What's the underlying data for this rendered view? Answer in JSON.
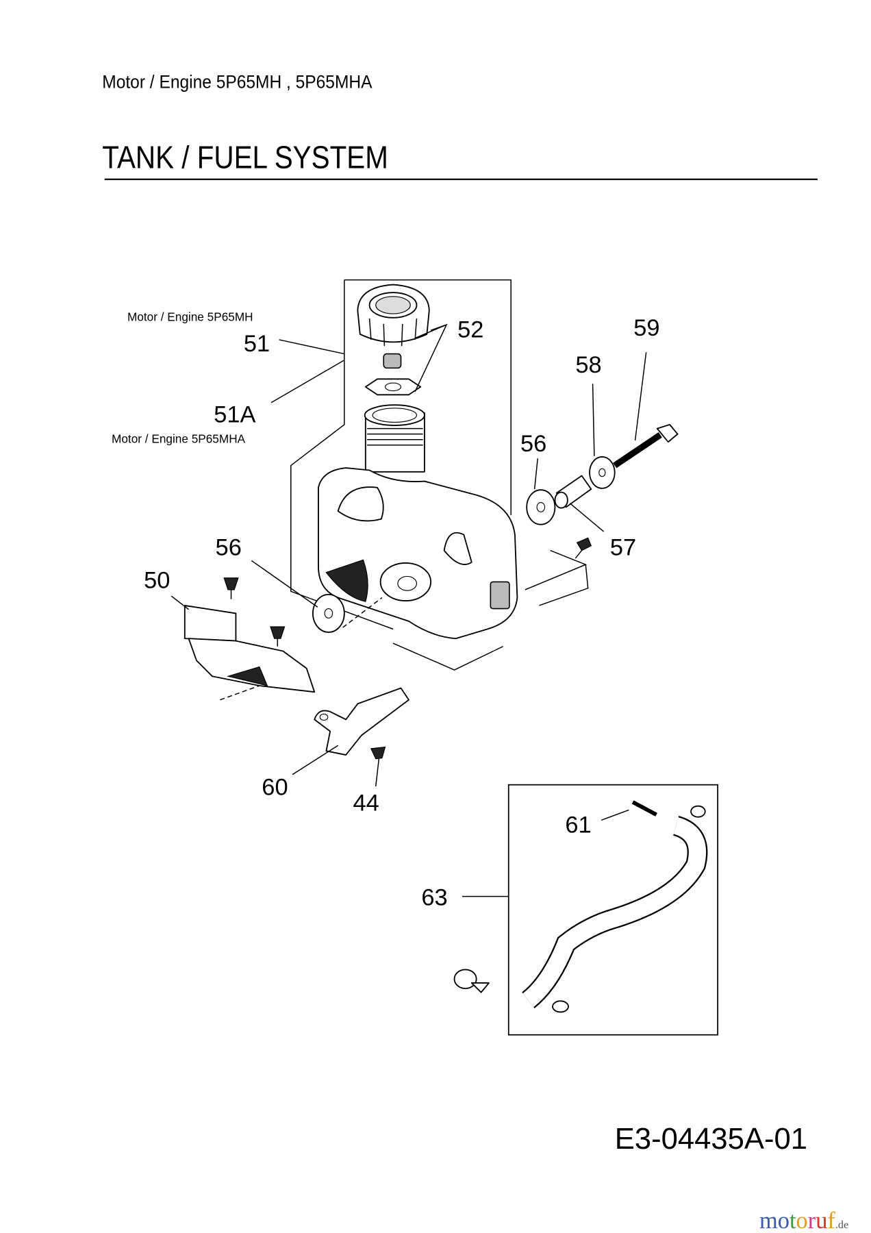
{
  "header": {
    "engine_models": "Motor / Engine  5P65MH , 5P65MHA",
    "title": "TANK / FUEL SYSTEM"
  },
  "diagram": {
    "variant_notes": {
      "mh": "Motor / Engine  5P65MH",
      "mha": "Motor / Engine  5P65MHA"
    },
    "callouts": [
      "51",
      "52",
      "59",
      "58",
      "51A",
      "56",
      "56",
      "57",
      "50",
      "60",
      "44",
      "61",
      "63"
    ]
  },
  "footer": {
    "drawing_number": "E3-04435A-01",
    "logo": {
      "text": "motoruf",
      "suffix": ".de",
      "colors": [
        "#3b5ba5",
        "#3b5ba5",
        "#3f9a3f",
        "#e0a020",
        "#d23a8a",
        "#d9322a",
        "#e0a020"
      ]
    }
  }
}
